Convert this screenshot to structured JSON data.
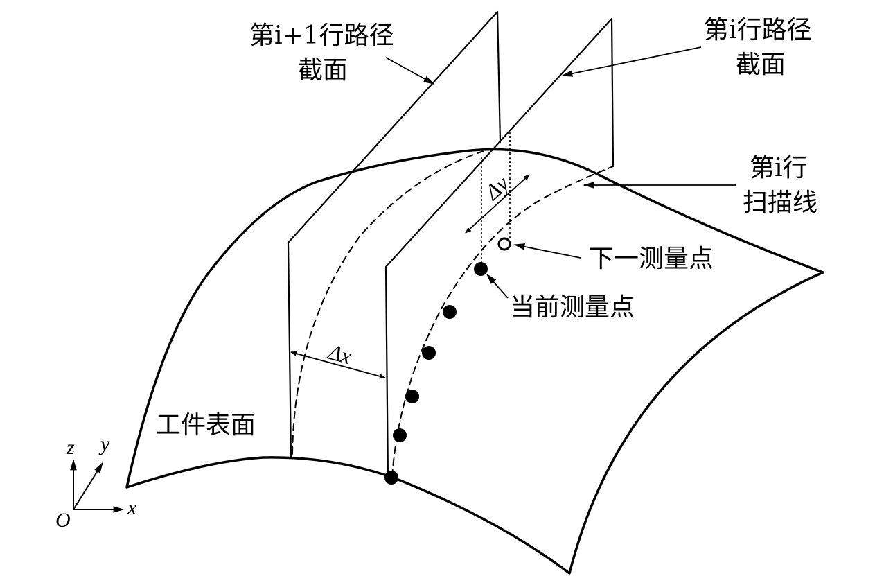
{
  "labels": {
    "section_i_plus_1_line1": "第i+1行路径",
    "section_i_plus_1_line2": "截面",
    "section_i_line1": "第i行路径",
    "section_i_line2": "截面",
    "scanline_i_line1": "第i行",
    "scanline_i_line2": "扫描线",
    "next_point": "下一测量点",
    "current_point": "当前测量点",
    "workpiece_surface": "工件表面",
    "delta_x": "Δx",
    "delta_y": "Δy"
  },
  "axes": {
    "origin": "O",
    "x": "x",
    "y": "y",
    "z": "z"
  },
  "colors": {
    "stroke": "#000000",
    "background": "#ffffff"
  }
}
